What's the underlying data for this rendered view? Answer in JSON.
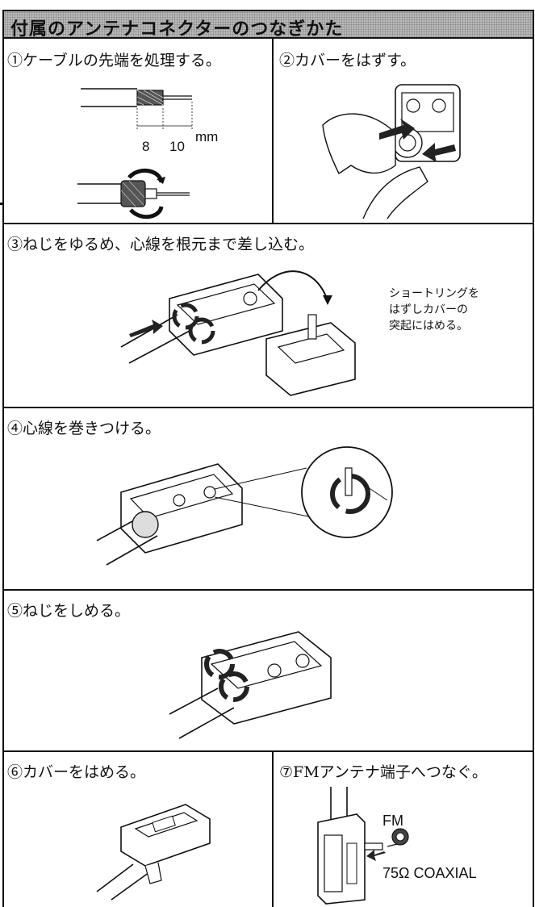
{
  "header": {
    "title": "付属のアンテナコネクターのつなぎかた"
  },
  "steps": {
    "s1": {
      "title": "①ケーブルの先端を処理する。",
      "dim_a": "8",
      "dim_b": "10",
      "unit": "mm"
    },
    "s2": {
      "title": "②カバーをはずす。"
    },
    "s3": {
      "title": "③ねじをゆるめ、心線を根元まで差し込む。",
      "note": [
        "ショートリングを",
        "はずしカバーの",
        "突起にはめる。"
      ]
    },
    "s4": {
      "title": "④心線を巻きつける。"
    },
    "s5": {
      "title": "⑤ねじをしめる。"
    },
    "s6": {
      "title": "⑥カバーをはめる。"
    },
    "s7": {
      "title": "⑦FMアンテナ端子へつなぐ。",
      "label_fm": "FM",
      "label_coax": "75Ω COAXIAL"
    }
  },
  "icons": [
    "cable-strip-icon",
    "cable-fold-shield-icon",
    "cover-remove-icon",
    "connector-insert-icon",
    "wire-wind-icon",
    "screw-tighten-icon",
    "cover-attach-icon",
    "fm-terminal-icon"
  ]
}
